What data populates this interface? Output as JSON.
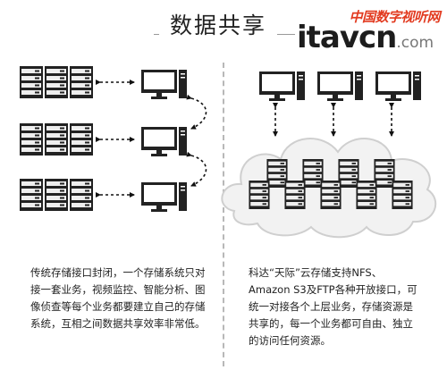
{
  "header": {
    "title": "数据共享",
    "logo_slogan": "中国数字视听网",
    "logo_main": "itavcn",
    "logo_suffix": ".com"
  },
  "left_panel": {
    "caption": "传统存储接口封闭，一个存储系统只对接一套业务，视频监控、智能分析、图像侦查等每个业务都要建立自己的存储系统，互相之间数据共享效率非常低。"
  },
  "right_panel": {
    "caption": "科达“天际”云存储支持NFS、Amazon S3及FTP各种开放接口，可统一对接各个上层业务，存储资源是共享的，每一个业务都可自由、独立的访问任何资源。"
  },
  "colors": {
    "accent_red": "#e23a1f",
    "icon_dark": "#222222",
    "cloud_fill": "#f2f2f2",
    "cloud_stroke": "#cfcfcf"
  },
  "icons": {
    "server": "server-rack-icon",
    "computer": "desktop-computer-icon",
    "cloud": "cloud-icon"
  }
}
